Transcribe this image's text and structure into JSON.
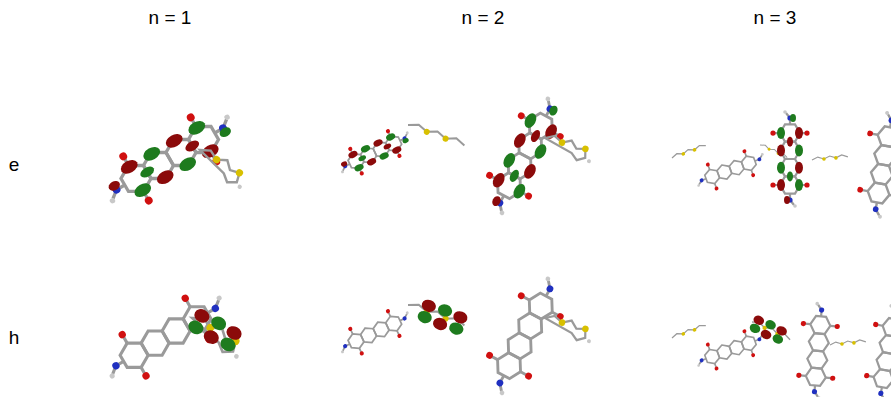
{
  "diagram": {
    "labels": [
      "n = 1",
      "n = 2",
      "n = 3",
      "e",
      "h"
    ]
  }
}
